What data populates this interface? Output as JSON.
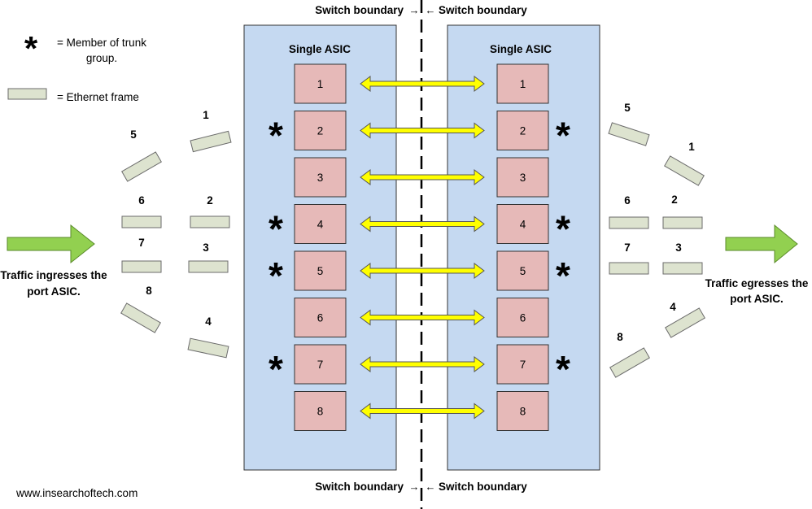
{
  "legend": {
    "trunk_member_label_line1": "= Member of trunk",
    "trunk_member_label_line2": "group.",
    "ethernet_frame_label": "= Ethernet frame"
  },
  "boundary": {
    "top_left": "Switch boundary",
    "top_right": "Switch boundary",
    "bottom_left": "Switch boundary",
    "bottom_right": "Switch boundary"
  },
  "asic": {
    "left_title": "Single ASIC",
    "right_title": "Single ASIC",
    "ports": [
      "1",
      "2",
      "3",
      "4",
      "5",
      "6",
      "7",
      "8"
    ],
    "trunk_ports": [
      "2",
      "4",
      "5",
      "7"
    ]
  },
  "ingress": {
    "caption_line1": "Traffic ingresses the",
    "caption_line2": "port ASIC.",
    "frames": [
      "1",
      "2",
      "3",
      "4",
      "5",
      "6",
      "7",
      "8"
    ]
  },
  "egress": {
    "caption_line1": "Traffic egresses the",
    "caption_line2": "port ASIC.",
    "frames": [
      "1",
      "2",
      "3",
      "4",
      "5",
      "6",
      "7",
      "8"
    ]
  },
  "footer": {
    "url": "www.insearchoftech.com"
  },
  "colors": {
    "asic_fill": "#c5d9f1",
    "port_fill": "#e6b9b8",
    "frame_fill": "#dde3cf",
    "arrow_fill": "#ffff00",
    "traffic_arrow": "#92d050"
  }
}
